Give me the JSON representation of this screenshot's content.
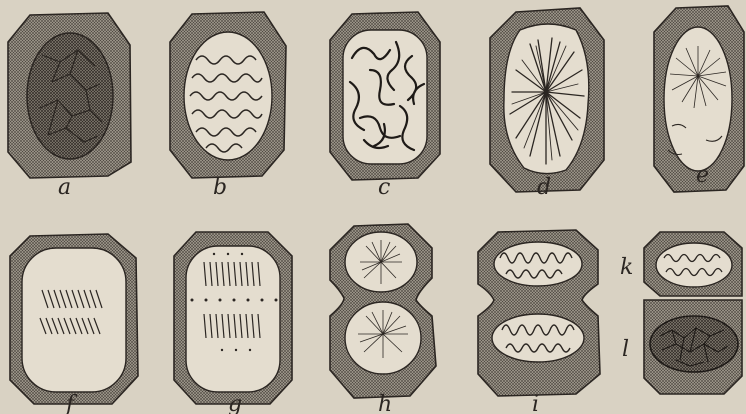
{
  "figure": {
    "paper_color": "#d9d2c3",
    "ink_color": "#2b2622",
    "cell_fill": "#9d968b",
    "nucleus_fill": "#e4ddcf",
    "panels": [
      {
        "id": "a",
        "label": "a",
        "stage": "reticulated nucleus"
      },
      {
        "id": "b",
        "label": "b",
        "stage": "convoluted thread"
      },
      {
        "id": "c",
        "label": "c",
        "stage": "segmented thread"
      },
      {
        "id": "d",
        "label": "d",
        "stage": "star-shaped loops"
      },
      {
        "id": "e",
        "label": "e",
        "stage": "aster"
      },
      {
        "id": "f",
        "label": "f",
        "stage": "equatorial plate splitting"
      },
      {
        "id": "g",
        "label": "g",
        "stage": "daughter groups separating"
      },
      {
        "id": "h",
        "label": "h",
        "stage": "cell constricting, daughter asters"
      },
      {
        "id": "i",
        "label": "i",
        "stage": "daughter nuclei, loops"
      },
      {
        "id": "k",
        "label": "k",
        "stage": "daughter convoluted thread"
      },
      {
        "id": "l",
        "label": "l",
        "stage": "daughter reticulum"
      }
    ]
  }
}
